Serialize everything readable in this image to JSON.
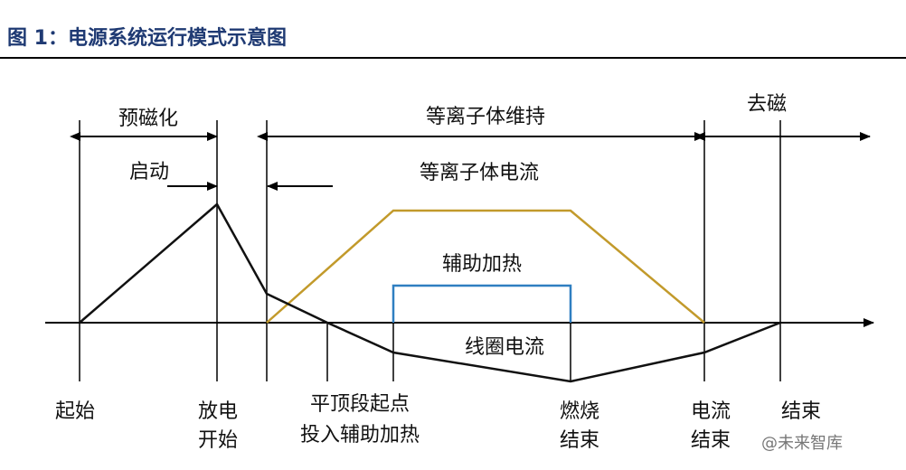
{
  "header": {
    "title": "图 1：电源系统运行模式示意图"
  },
  "labels": {
    "premag": "预磁化",
    "start": "启动",
    "plasma_maintain": "等离子体维持",
    "plasma_current": "等离子体电流",
    "demag": "去磁",
    "aux_heating": "辅助加热",
    "coil_current": "线圈电流",
    "t_start": "起始",
    "t_discharge_1": "放电",
    "t_discharge_2": "开始",
    "t_flattop_1": "平顶段起点",
    "t_flattop_2": "投入辅助加热",
    "t_burn_end_1": "燃烧",
    "t_burn_end_2": "结束",
    "t_current_end_1": "电流",
    "t_current_end_2": "结束",
    "t_end": "结束"
  },
  "colors": {
    "plasma_current": "#c29a2b",
    "aux_heating": "#2f7fc1",
    "coil_current": "#111111",
    "title": "#1f3a73"
  },
  "watermark": "@未来智库"
}
